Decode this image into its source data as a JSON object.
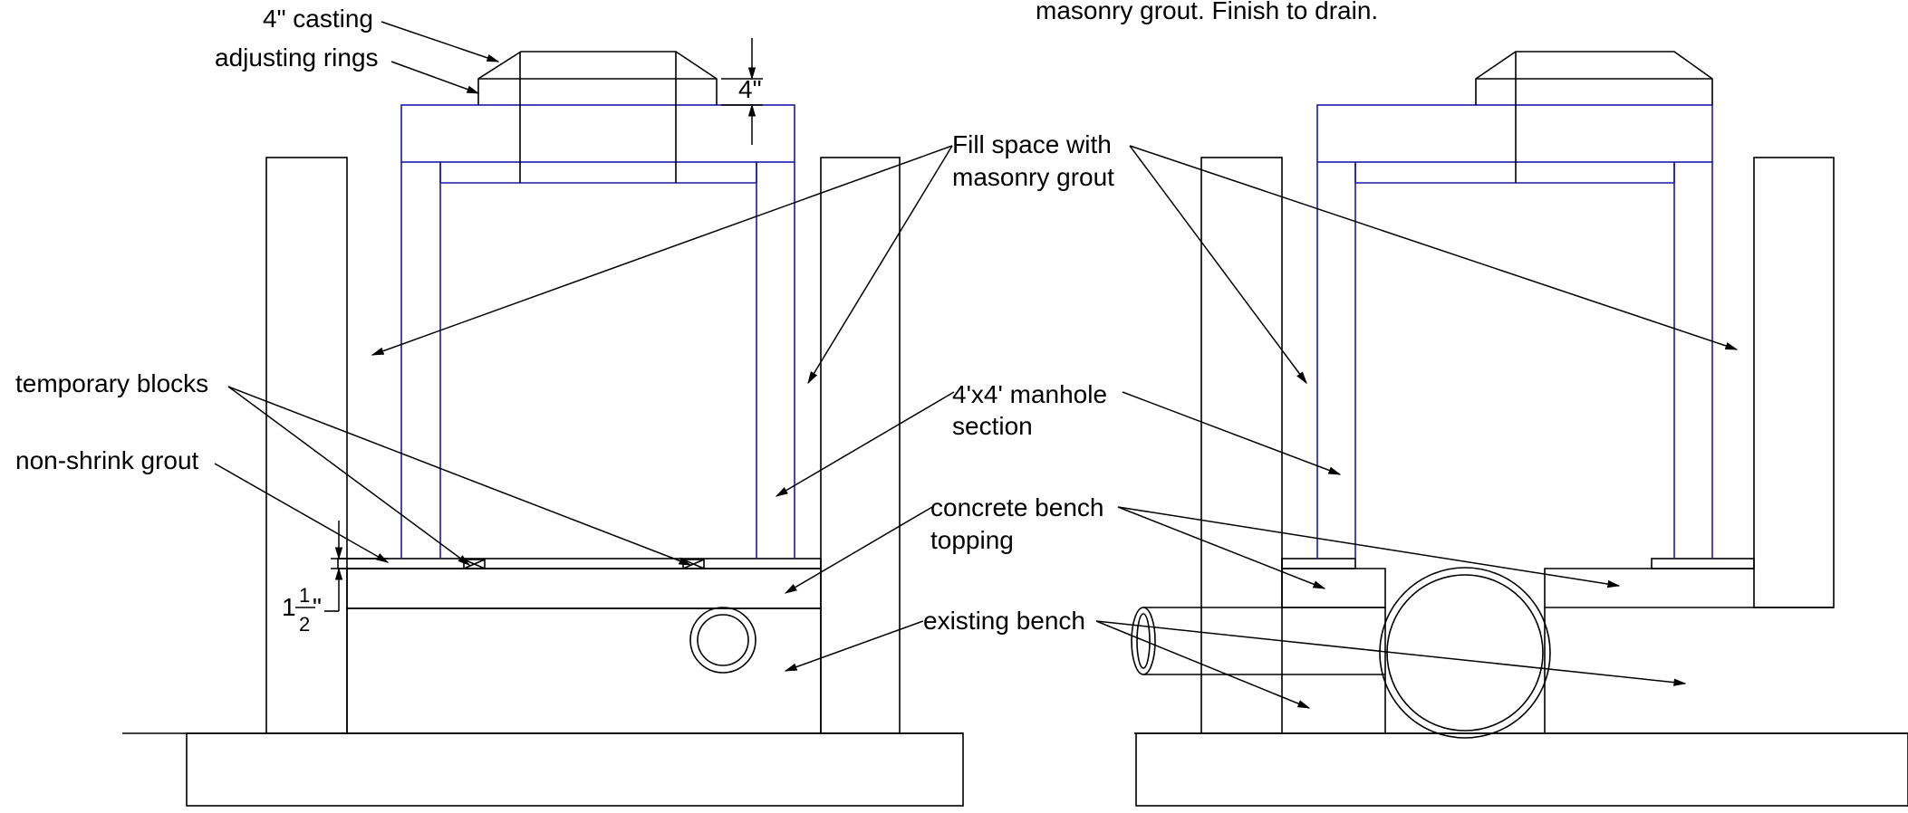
{
  "colors": {
    "line": "#000000",
    "new_section": "#1a1aa8",
    "background": "#ffffff"
  },
  "top_note": "masonry grout. Finish to drain.",
  "left_detail": {
    "labels": {
      "casting": "4\" casting",
      "adjusting_rings": "adjusting rings",
      "temporary_blocks": "temporary blocks",
      "non_shrink_grout": "non-shrink grout"
    },
    "dim_ring_height": "4\"",
    "dim_grout_whole": "1",
    "dim_grout_num": "1",
    "dim_grout_den": "2",
    "dim_grout_unit": "\""
  },
  "center_labels": {
    "fill_space": [
      "Fill space with",
      "masonry grout"
    ],
    "manhole_section": [
      "4'x4' manhole",
      "section"
    ],
    "bench_topping": [
      "concrete bench",
      "topping"
    ],
    "existing_bench": "existing bench"
  }
}
